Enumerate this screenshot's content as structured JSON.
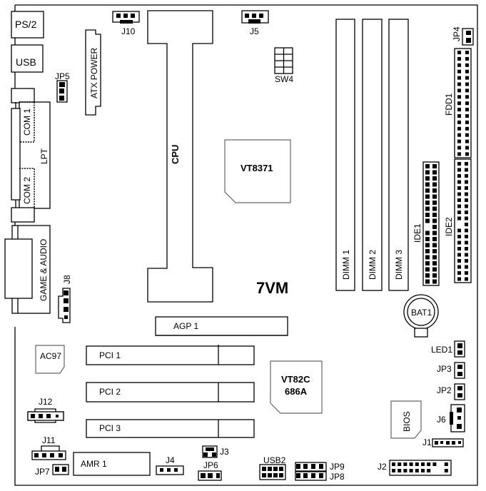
{
  "board": {
    "model": "7VM",
    "border_color": "#000000",
    "background": "#ffffff"
  },
  "ports": {
    "ps2": "PS/2",
    "usb": "USB",
    "com1": "COM 1",
    "lpt": "LPT",
    "com2": "COM 2",
    "game_audio": "GAME & AUDIO"
  },
  "power": {
    "atx": "ATX POWER"
  },
  "cpu": {
    "label": "CPU"
  },
  "chips": {
    "northbridge": "VT8371",
    "southbridge_line1": "VT82C",
    "southbridge_line2": "686A",
    "ac97": "AC97",
    "bios": "BIOS"
  },
  "slots": {
    "agp": "AGP 1",
    "pci": [
      "PCI 1",
      "PCI 2",
      "PCI 3"
    ],
    "amr": "AMR 1",
    "dimm": [
      "DIMM 1",
      "DIMM 2",
      "DIMM 3"
    ]
  },
  "connectors": {
    "fdd1": "FDD1",
    "ide1": "IDE1",
    "ide2": "IDE2",
    "bat1": "BAT1",
    "sw4": "SW4",
    "usb2": "USB2"
  },
  "headers": {
    "j1": "J1",
    "j2": "J2",
    "j3": "J3",
    "j4": "J4",
    "j5": "J5",
    "j6": "J6",
    "j8": "J8",
    "j10": "J10",
    "j11": "J11",
    "j12": "J12",
    "jp2": "JP2",
    "jp3": "JP3",
    "jp4": "JP4",
    "jp5": "JP5",
    "jp6": "JP6",
    "jp7": "JP7",
    "jp8": "JP8",
    "jp9": "JP9",
    "led1": "LED1"
  }
}
